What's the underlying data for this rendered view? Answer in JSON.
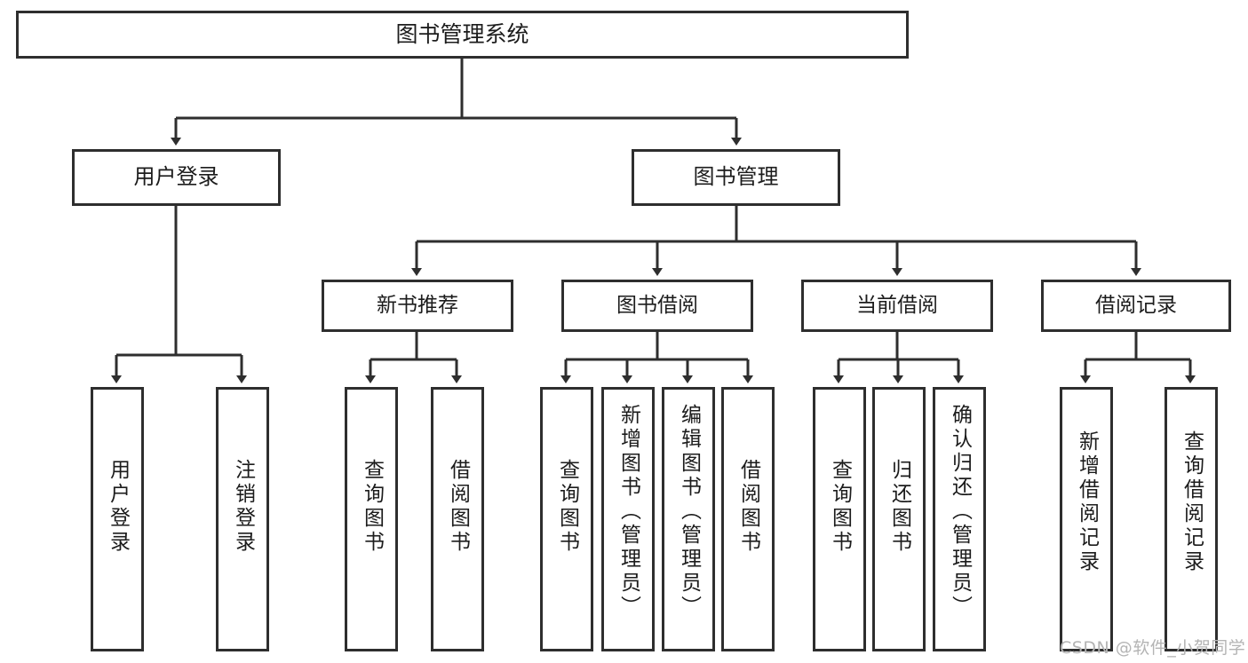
{
  "diagram": {
    "title": "图书管理系统",
    "type": "hierarchy-tree",
    "line_color": "#2e2e2e",
    "box_fill": "#ffffff",
    "text_color": "#1c1c1c"
  },
  "nodes": {
    "root": {
      "label": "图书管理系统"
    },
    "level2": [
      {
        "id": "user-login",
        "label": "用户登录"
      },
      {
        "id": "book-manage",
        "label": "图书管理"
      }
    ],
    "level3": [
      {
        "id": "new-book-recommend",
        "label": "新书推荐"
      },
      {
        "id": "book-borrow",
        "label": "图书借阅"
      },
      {
        "id": "current-borrow",
        "label": "当前借阅"
      },
      {
        "id": "borrow-record",
        "label": "借阅记录"
      }
    ],
    "leaves": {
      "user_login": [
        {
          "id": "leaf-user-login",
          "label": "用户登录"
        },
        {
          "id": "leaf-logout-login",
          "label": "注销登录"
        }
      ],
      "new_book_recommend": [
        {
          "id": "leaf-query-book-1",
          "label": "查询图书"
        },
        {
          "id": "leaf-borrow-book-1",
          "label": "借阅图书"
        }
      ],
      "book_borrow": [
        {
          "id": "leaf-query-book-2",
          "label": "查询图书"
        },
        {
          "id": "leaf-add-book",
          "label": "新增图书（管理员）"
        },
        {
          "id": "leaf-edit-book",
          "label": "编辑图书（管理员）"
        },
        {
          "id": "leaf-borrow-book-2",
          "label": "借阅图书"
        }
      ],
      "current_borrow": [
        {
          "id": "leaf-query-book-3",
          "label": "查询图书"
        },
        {
          "id": "leaf-return-book",
          "label": "归还图书"
        },
        {
          "id": "leaf-confirm-return",
          "label": "确认归还（管理员）"
        }
      ],
      "borrow_record": [
        {
          "id": "leaf-add-record",
          "label": "新增借阅记录"
        },
        {
          "id": "leaf-query-record",
          "label": "查询借阅记录"
        }
      ]
    }
  },
  "watermark": {
    "text": "CSDN @软件_小贺同学"
  }
}
